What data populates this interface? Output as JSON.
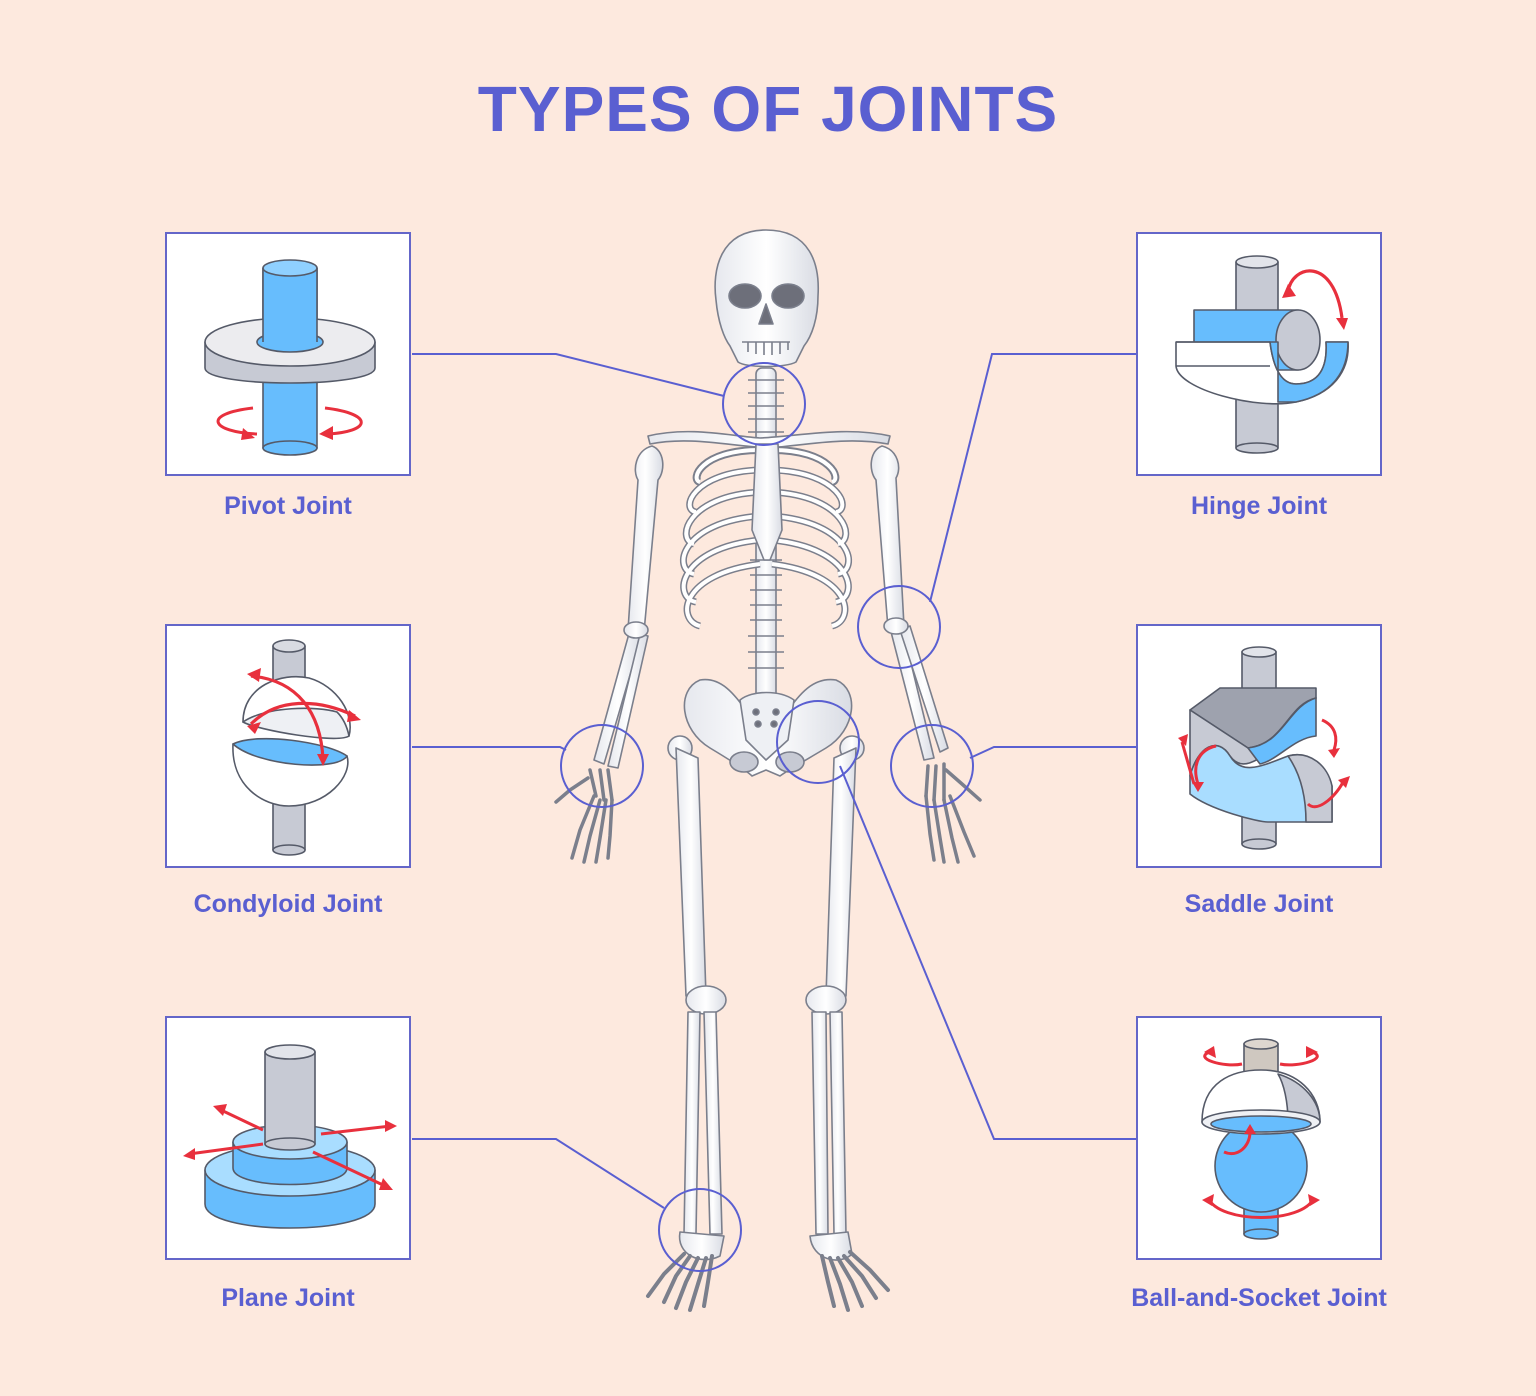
{
  "title": "TYPES OF JOINTS",
  "joints": [
    {
      "label": "Pivot Joint",
      "icon": "pivot-joint-icon"
    },
    {
      "label": "Condyloid Joint",
      "icon": "condyloid-joint-icon"
    },
    {
      "label": "Plane Joint",
      "icon": "plane-joint-icon"
    },
    {
      "label": "Hinge Joint",
      "icon": "hinge-joint-icon"
    },
    {
      "label": "Saddle Joint",
      "icon": "saddle-joint-icon"
    },
    {
      "label": "Ball-and-Socket Joint",
      "icon": "ball-socket-joint-icon"
    }
  ],
  "colors": {
    "background": "#fde9de",
    "accent": "#5a5fd1",
    "joint_blue": "#67bdfd",
    "bone_grey": "#c7cad4",
    "arrow_red": "#e8303d"
  }
}
